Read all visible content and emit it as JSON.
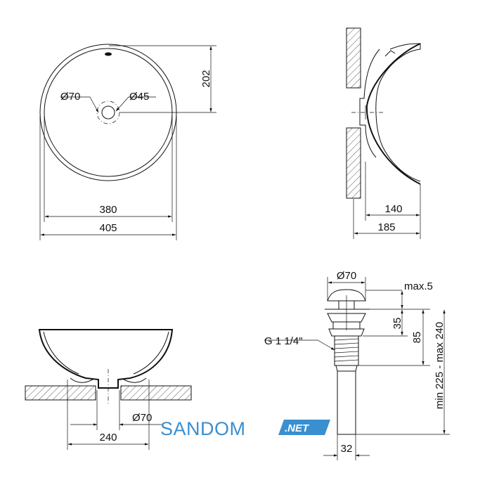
{
  "top_view": {
    "dim_outer_diameter": "Ø70",
    "dim_inner_diameter": "Ø45",
    "dim_depth": "202",
    "dim_width_inner": "380",
    "dim_width_outer": "405"
  },
  "side_view": {
    "dim_inner": "140",
    "dim_outer": "185"
  },
  "front_view": {
    "dim_drain": "Ø70",
    "dim_cutout": "240"
  },
  "drain_view": {
    "dim_cap": "Ø70",
    "dim_max": "max.5",
    "dim_35": "35",
    "dim_85": "85",
    "dim_range": "min 225 - max 240",
    "dim_thread": "G 1 1/4\"",
    "dim_32": "32"
  },
  "watermark": {
    "brand": "SANDOM",
    "badge": ".NET",
    "color": "#3a8fd1"
  }
}
